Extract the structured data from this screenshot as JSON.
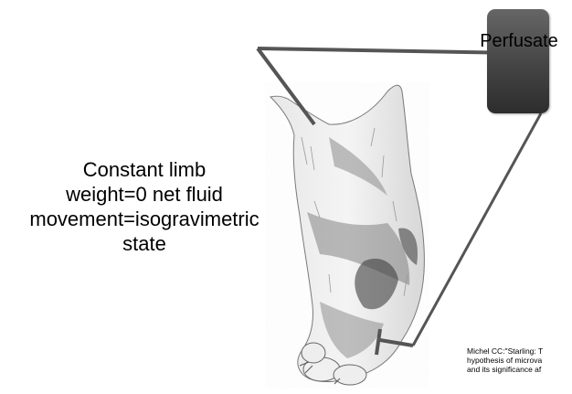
{
  "caption": {
    "lines": [
      "Constant limb",
      "weight=0 net fluid",
      "movement=isogravimetric",
      "state"
    ]
  },
  "perfusate": {
    "label": "Perfusate"
  },
  "reference": {
    "lines": [
      "Michel CC:\"Starling: T",
      "hypothesis of microva",
      "and its significance af"
    ]
  },
  "colors": {
    "tube": "#555555",
    "perfusate_box": "#4a4a4a",
    "limb_shading": "#3a3a3a"
  },
  "icons": {
    "limb": "animal-hindlimb-illustration"
  }
}
